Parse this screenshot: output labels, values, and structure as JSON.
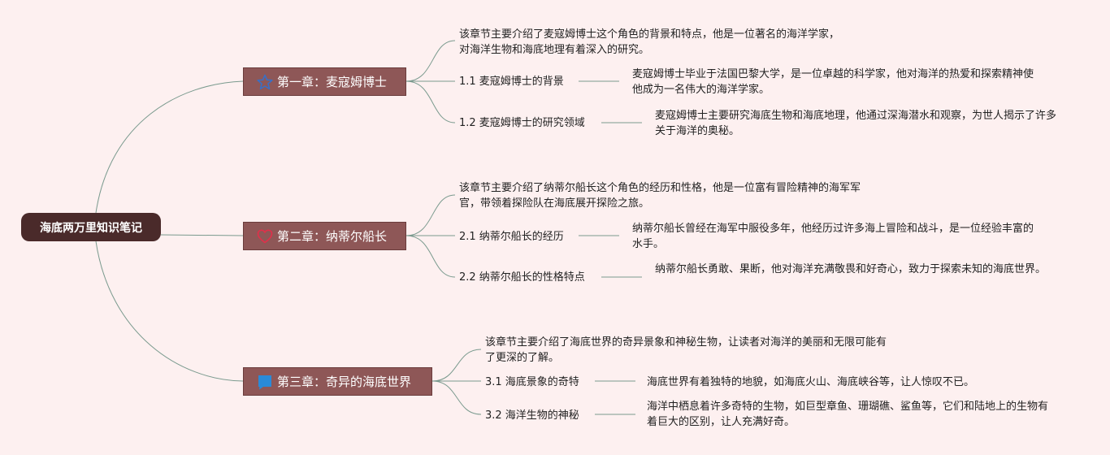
{
  "root": {
    "label": "海底两万里知识笔记"
  },
  "chapters": [
    {
      "title": "第一章：麦寇姆博士",
      "icon": "star-icon",
      "summary": "该章节主要介绍了麦寇姆博士这个角色的背景和特点，他是一位著名的海洋学家，对海洋生物和海底地理有着深入的研究。",
      "subs": [
        {
          "label": "1.1 麦寇姆博士的背景",
          "detail": "麦寇姆博士毕业于法国巴黎大学，是一位卓越的科学家，他对海洋的热爱和探索精神使他成为一名伟大的海洋学家。"
        },
        {
          "label": "1.2 麦寇姆博士的研究领域",
          "detail": "麦寇姆博士主要研究海底生物和海底地理，他通过深海潜水和观察，为世人揭示了许多关于海洋的奥秘。"
        }
      ]
    },
    {
      "title": "第二章：纳蒂尔船长",
      "icon": "heart-icon",
      "summary": "该章节主要介绍了纳蒂尔船长这个角色的经历和性格，他是一位富有冒险精神的海军军官，带领着探险队在海底展开探险之旅。",
      "subs": [
        {
          "label": "2.1 纳蒂尔船长的经历",
          "detail": "纳蒂尔船长曾经在海军中服役多年，他经历过许多海上冒险和战斗，是一位经验丰富的水手。"
        },
        {
          "label": "2.2 纳蒂尔船长的性格特点",
          "detail": "纳蒂尔船长勇敢、果断，他对海洋充满敬畏和好奇心，致力于探索未知的海底世界。"
        }
      ]
    },
    {
      "title": "第三章：奇异的海底世界",
      "icon": "flag-icon",
      "summary": "该章节主要介绍了海底世界的奇异景象和神秘生物，让读者对海洋的美丽和无限可能有了更深的了解。",
      "subs": [
        {
          "label": "3.1 海底景象的奇特",
          "detail": "海底世界有着独特的地貌，如海底火山、海底峡谷等，让人惊叹不已。"
        },
        {
          "label": "3.2 海洋生物的神秘",
          "detail": "海洋中栖息着许多奇特的生物，如巨型章鱼、珊瑚礁、鲨鱼等，它们和陆地上的生物有着巨大的区别，让人充满好奇。"
        }
      ]
    }
  ],
  "colors": {
    "background": "#fdf0f0",
    "root_fill": "#4a2a2a",
    "chapter_fill": "#8e5757",
    "connector": "#7a9a8e",
    "star": "#3a6fc4",
    "heart": "#e0304a",
    "flag": "#2a8ad8"
  }
}
